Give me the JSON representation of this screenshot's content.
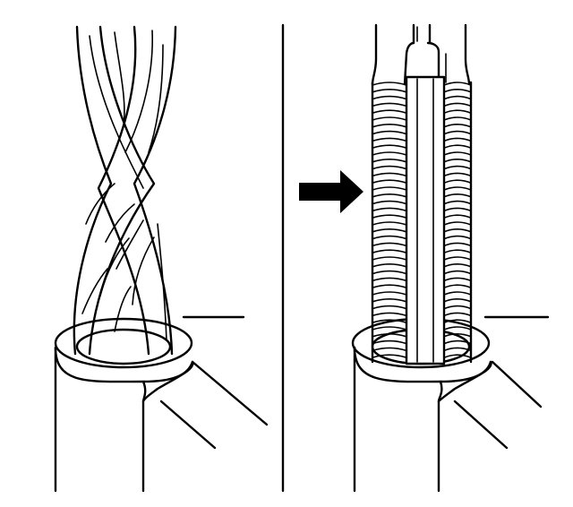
{
  "colors": {
    "ink": "#000000",
    "paper": "#ffffff"
  },
  "panels": [
    {
      "id": "left",
      "subject": "twisted-wire-strands"
    },
    {
      "id": "right",
      "subject": "wire-strands-with-coil-sleeve"
    }
  ],
  "indicator": {
    "icon": "arrow-right-icon",
    "points_to": "coil-sleeve"
  }
}
